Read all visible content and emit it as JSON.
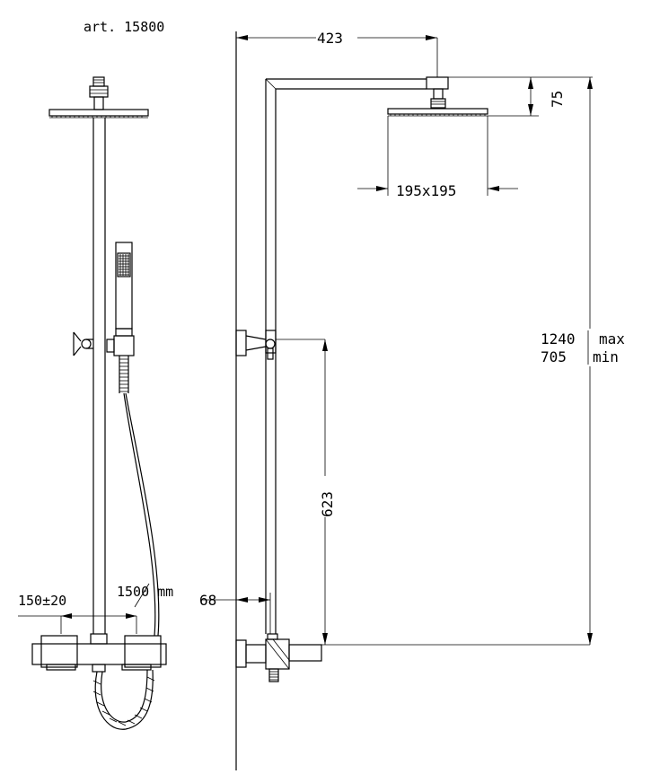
{
  "article": "art. 15800",
  "dimensions": {
    "arm_reach": "423",
    "head_height": "75",
    "head_size": "195x195",
    "column_max": "1240",
    "column_max_unit": "max",
    "column_min": "705",
    "column_min_unit": "min",
    "holder_height": "623",
    "wall_offset": "68",
    "mixer_spacing": "150±20",
    "hose_length": "1500 mm"
  }
}
